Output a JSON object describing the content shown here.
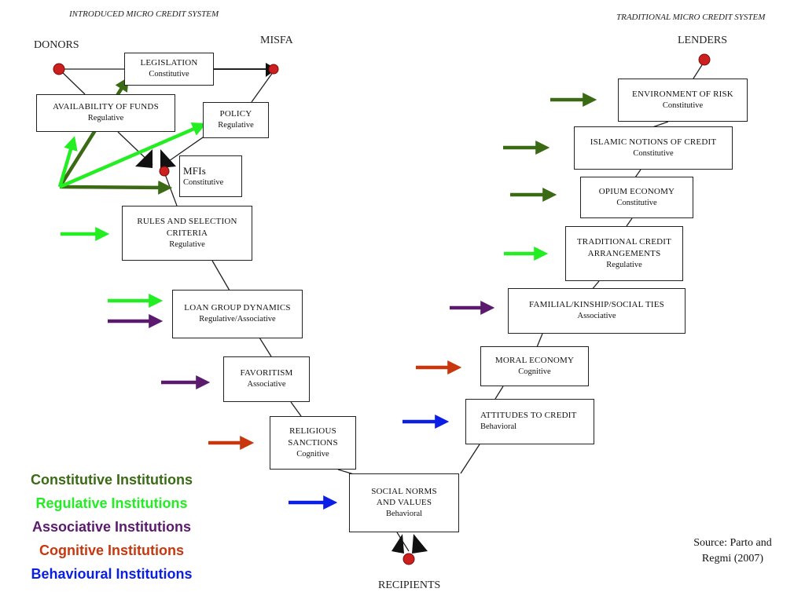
{
  "headers": {
    "left": "INTRODUCED MICRO CREDIT SYSTEM",
    "right": "TRADITIONAL MICRO CREDIT SYSTEM"
  },
  "nodes": {
    "donors": "DONORS",
    "misfa": "MISFA",
    "lenders": "LENDERS",
    "recipients": "RECIPIENTS",
    "mfis": "MFIs"
  },
  "boxes": {
    "legislation": {
      "title": "LEGISLATION",
      "kind": "Constitutive"
    },
    "availability": {
      "title": "AVAILABILITY OF FUNDS",
      "kind": "Regulative"
    },
    "policy": {
      "title": "POLICY",
      "kind": "Regulative"
    },
    "mfis": {
      "kind": "Constitutive"
    },
    "rules": {
      "title": "RULES AND SELECTION CRITERIA",
      "kind": "Regulative"
    },
    "loan": {
      "title": "LOAN GROUP DYNAMICS",
      "kind": "Regulative/Associative"
    },
    "favoritism": {
      "title": "FAVORITISM",
      "kind": "Associative"
    },
    "religious": {
      "title": "RELIGIOUS SANCTIONS",
      "kind": "Cognitive"
    },
    "social": {
      "title": "SOCIAL NORMS AND VALUES",
      "kind": "Behavioral"
    },
    "environment": {
      "title": "ENVIRONMENT OF RISK",
      "kind": "Constitutive"
    },
    "islamic": {
      "title": "ISLAMIC NOTIONS OF CREDIT",
      "kind": "Constitutive"
    },
    "opium": {
      "title": "OPIUM ECONOMY",
      "kind": "Constitutive"
    },
    "traditional": {
      "title": "TRADITIONAL CREDIT ARRANGEMENTS",
      "kind": "Regulative"
    },
    "familial": {
      "title": "FAMILIAL/KINSHIP/SOCIAL TIES",
      "kind": "Associative"
    },
    "moral": {
      "title": "MORAL ECONOMY",
      "kind": "Cognitive"
    },
    "attitudes": {
      "title": "ATTITUDES TO CREDIT",
      "kind": "Behavioral"
    }
  },
  "legend": {
    "constitutive": "Constitutive Institutions",
    "regulative": "Regulative Institutions",
    "associative": "Associative Institutions",
    "cognitive": "Cognitive Institutions",
    "behavioural": "Behavioural Institutions"
  },
  "source": "Source: Parto and Regmi (2007)",
  "colors": {
    "constitutive": "#3a6b14",
    "regulative": "#22ee22",
    "associative": "#5c1a6e",
    "cognitive": "#c8380e",
    "behavioural": "#0a1ee6",
    "node": "#cc1f1f",
    "line": "#222222"
  }
}
